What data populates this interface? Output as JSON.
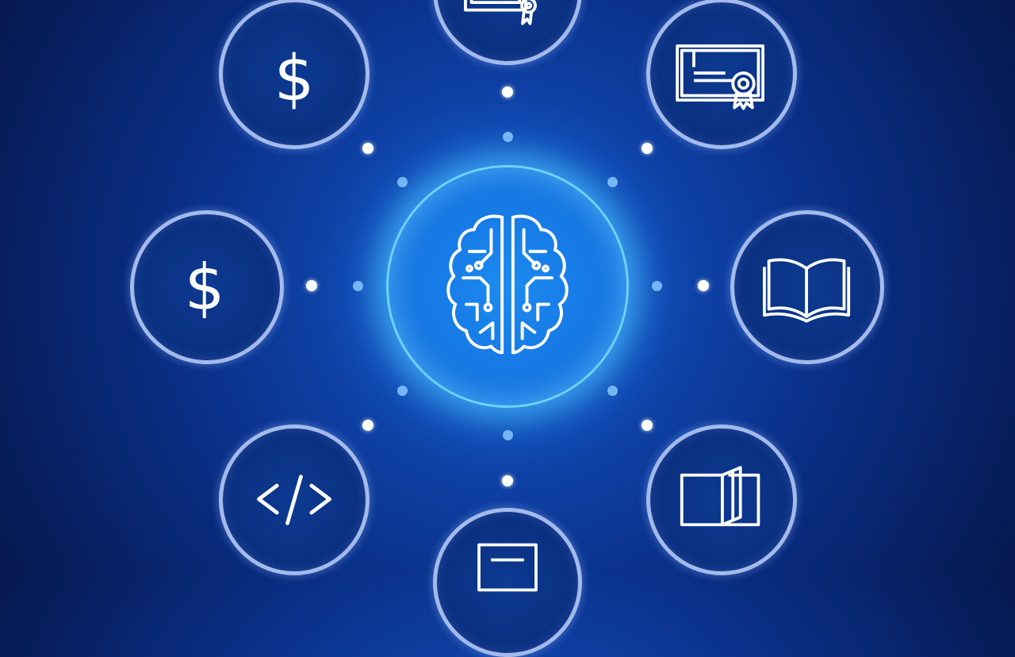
{
  "nodes": [
    {
      "id": "top",
      "icon": "certificate-icon"
    },
    {
      "id": "top-left",
      "icon": "dollar-icon",
      "label": "$"
    },
    {
      "id": "top-right",
      "icon": "certificate-icon"
    },
    {
      "id": "left",
      "icon": "dollar-icon",
      "label": "$"
    },
    {
      "id": "right",
      "icon": "open-book-icon"
    },
    {
      "id": "bottom-left",
      "icon": "code-icon",
      "label": "</>"
    },
    {
      "id": "bottom-right",
      "icon": "open-book-icon"
    },
    {
      "id": "bottom",
      "icon": "document-icon"
    }
  ],
  "center": {
    "icon": "brain-circuit-icon"
  },
  "colors": {
    "background": "#0a2f86",
    "center_glow": "#6fd3ff",
    "node_border": "#bed2ff",
    "icon_stroke": "#ffffff"
  }
}
